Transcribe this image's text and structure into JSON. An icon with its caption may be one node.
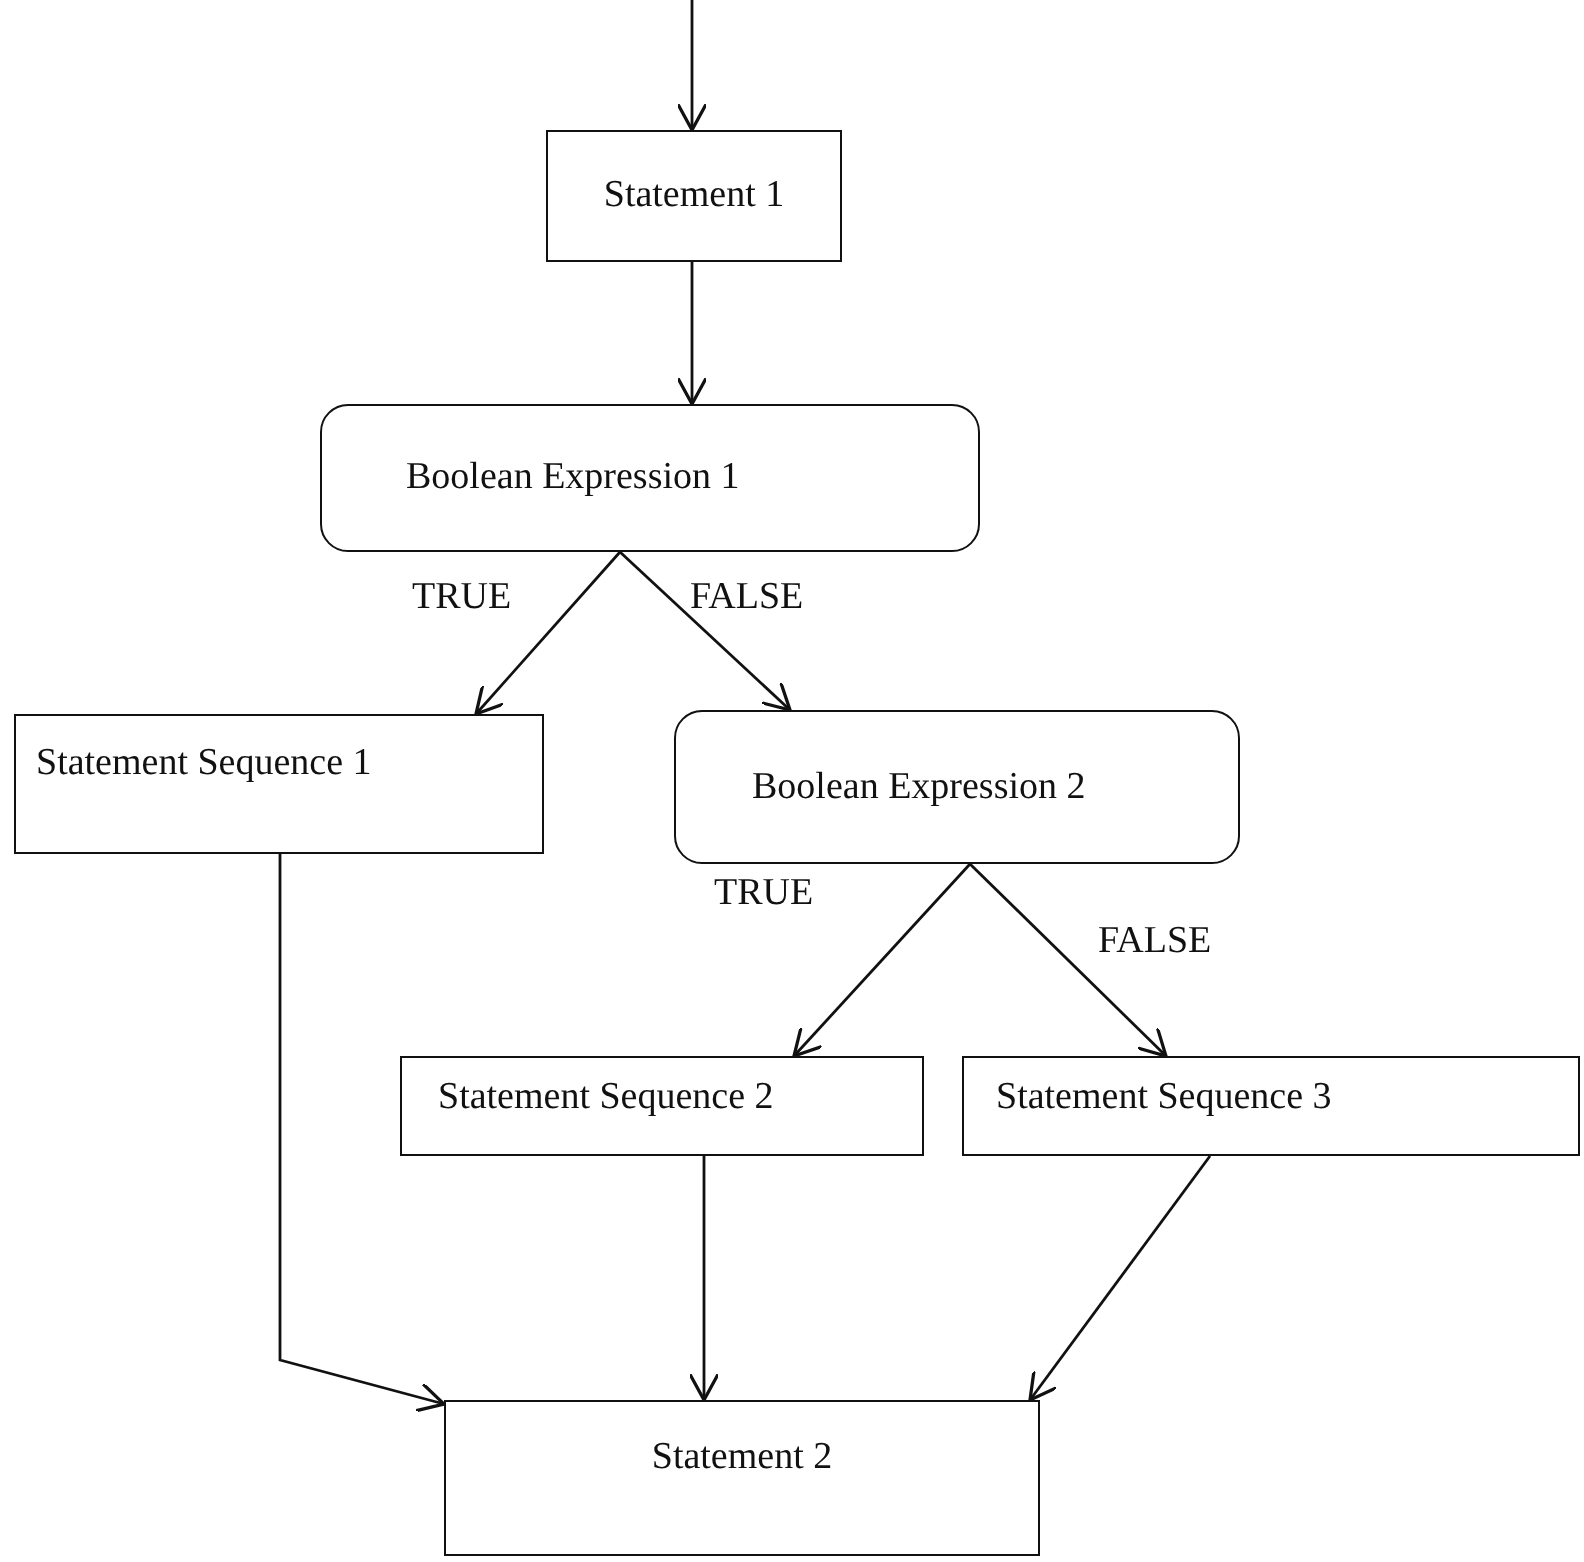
{
  "diagram": {
    "nodes": [
      {
        "text": [
          "Statement 1"
        ]
      },
      {
        "text": [
          "Boolean Expression 1"
        ]
      },
      {
        "text": [
          "Statement Sequence 1"
        ]
      },
      {
        "text": [
          "Boolean Expression 2"
        ]
      },
      {
        "text": [
          "Statement Sequence 2"
        ]
      },
      {
        "text": [
          "Statement Sequence 3"
        ]
      },
      {
        "text": [
          "Statement 2"
        ]
      }
    ],
    "edges": [
      {
        "from": null,
        "to": 0,
        "arrow": "to"
      },
      {
        "from": 0,
        "to": 1,
        "arrow": "to"
      },
      {
        "from": 1,
        "to": 2,
        "arrow": "to",
        "label": "TRUE"
      },
      {
        "from": 1,
        "to": 3,
        "arrow": "to",
        "label": "FALSE"
      },
      {
        "from": 3,
        "to": 4,
        "arrow": "to",
        "label": "TRUE"
      },
      {
        "from": 3,
        "to": 5,
        "arrow": "to",
        "label": "FALSE"
      },
      {
        "from": 2,
        "to": 6,
        "arrow": "to"
      },
      {
        "from": 4,
        "to": 6,
        "arrow": "to"
      },
      {
        "from": 5,
        "to": 6,
        "arrow": "to"
      }
    ]
  }
}
